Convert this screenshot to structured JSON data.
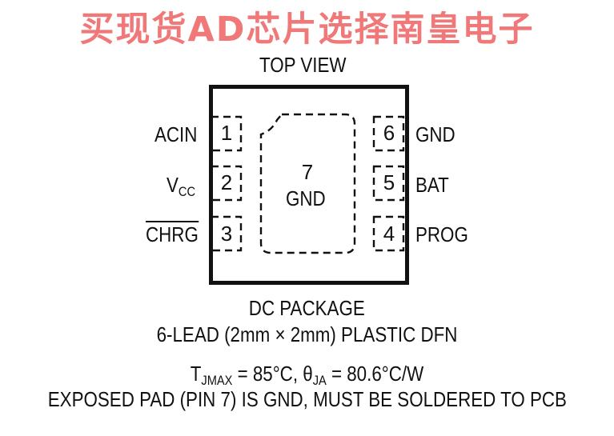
{
  "banner": "买现货AD芯片选择南皇电子",
  "top_view": "TOP VIEW",
  "pins_left": [
    {
      "number": "1",
      "name": "ACIN"
    },
    {
      "number": "2",
      "name_main": "V",
      "name_sub": "CC"
    },
    {
      "number": "3",
      "name": "CHRG"
    }
  ],
  "pins_right": [
    {
      "number": "6",
      "name": "GND"
    },
    {
      "number": "5",
      "name": "BAT"
    },
    {
      "number": "4",
      "name": "PROG"
    }
  ],
  "exposed_pad": {
    "number": "7",
    "name": "GND"
  },
  "package_name": "DC PACKAGE",
  "package_desc": "6-LEAD (2mm × 2mm) PLASTIC DFN",
  "thermal": {
    "tj_symbol": "T",
    "tj_sub": "JMAX",
    "tj_value": " = 85°C, ",
    "theta_symbol": "θ",
    "theta_sub": "JA",
    "theta_value": " = 80.6°C/W"
  },
  "note": "EXPOSED PAD (PIN 7) IS GND, MUST BE SOLDERED TO PCB"
}
